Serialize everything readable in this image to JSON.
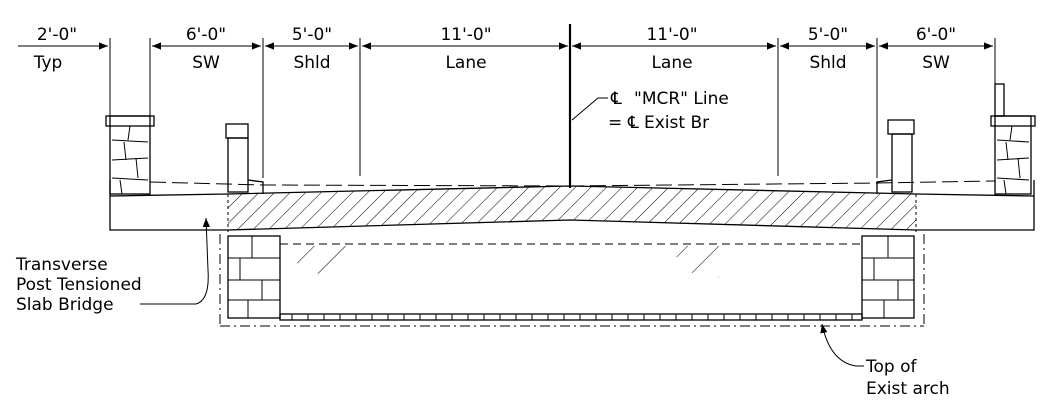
{
  "dimensions": {
    "typ_width": "2'-0\"",
    "typ_label": "Typ",
    "sidewalk_width": "6'-0\"",
    "sidewalk_label": "SW",
    "shoulder_width": "5'-0\"",
    "shoulder_label": "Shld",
    "lane_width": "11'-0\"",
    "lane_label": "Lane"
  },
  "centerline": {
    "line1": "\"MCR\" Line",
    "line2": "= ",
    "line2_rest": " Exist Br",
    "symbol": "℄"
  },
  "callouts": {
    "slab": [
      "Transverse",
      "Post Tensioned",
      "Slab Bridge"
    ],
    "arch": [
      "Top of",
      "Exist arch"
    ]
  }
}
